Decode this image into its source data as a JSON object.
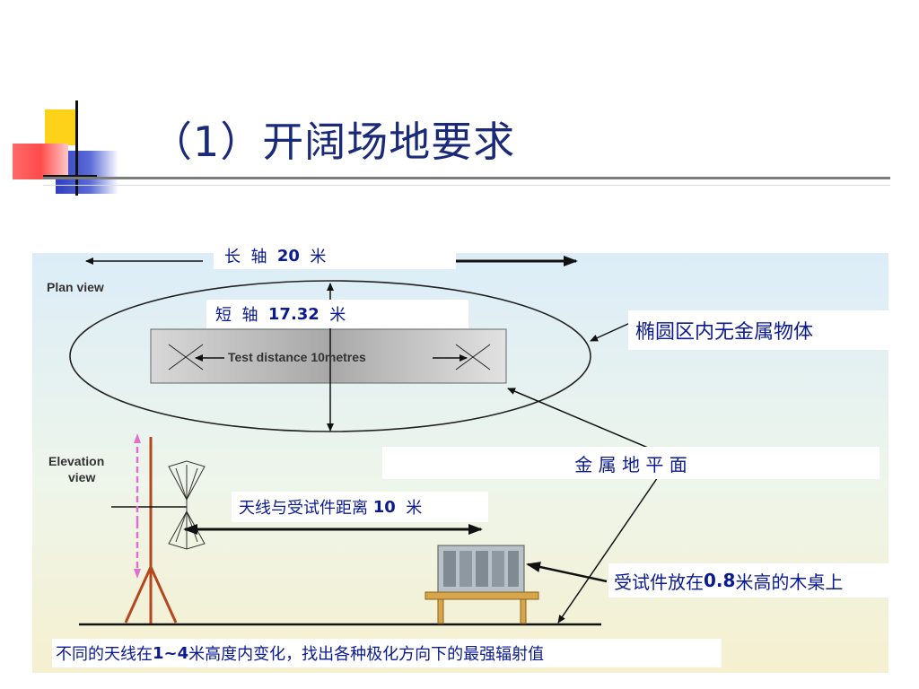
{
  "slide": {
    "title": "（1）开阔场地要求"
  },
  "diagram": {
    "plan_view_label": "Plan view",
    "elevation_view_label_line1": "Elevation",
    "elevation_view_label_line2": "view",
    "test_distance_label": "Test distance 10metres",
    "annotations": {
      "major_axis": {
        "prefix": "长  轴  ",
        "value": "20",
        "suffix": "  米"
      },
      "minor_axis": {
        "prefix": "短  轴  ",
        "value": "17.32",
        "suffix": "  米"
      },
      "ellipse_no_metal": "椭圆区内无金属物体",
      "metal_ground_plane": "金  属  地  平  面",
      "antenna_distance": {
        "prefix": "天线与受试件距离 ",
        "value": "10",
        "suffix": "  米"
      },
      "eut_table": {
        "prefix": "受试件放在",
        "value": "0.8",
        "suffix": "米高的木桌上"
      },
      "antenna_height": {
        "prefix": "不同的天线在",
        "value": "1~4",
        "suffix": "米高度内变化，找出各种极化方向下的最强辐射值"
      }
    }
  },
  "colors": {
    "title": "#1a2a78",
    "annotation_text": "#0b1a90",
    "mast": "#b5461e",
    "eut_dim_arrow": "#e070d0"
  },
  "icons": [
    "bullet-squares-icon",
    "biconical-antenna-icon",
    "eut-rack-icon",
    "wooden-table-icon"
  ]
}
